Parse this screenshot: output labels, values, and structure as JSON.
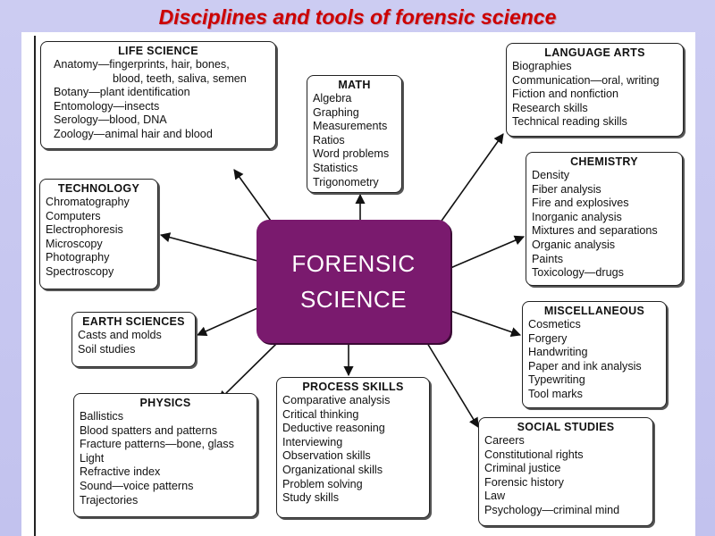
{
  "title": "Disciplines and tools of forensic science",
  "center": {
    "line1": "FORENSIC",
    "line2": "SCIENCE",
    "color": "#7a1a6e"
  },
  "colors": {
    "title": "#cc0000",
    "background": "#c8c8f0"
  },
  "boxes": {
    "life": {
      "heading": "LIFE SCIENCE",
      "items": [
        "Anatomy—fingerprints, hair, bones,",
        "blood, teeth, saliva, semen",
        "Botany—plant identification",
        "Entomology—insects",
        "Serology—blood, DNA",
        "Zoology—animal hair and blood"
      ]
    },
    "math": {
      "heading": "MATH",
      "items": [
        "Algebra",
        "Graphing",
        "Measurements",
        "Ratios",
        "Word problems",
        "Statistics",
        "Trigonometry"
      ]
    },
    "language": {
      "heading": "LANGUAGE ARTS",
      "items": [
        "Biographies",
        "Communication—oral, writing",
        "Fiction and nonfiction",
        "Research skills",
        "Technical reading skills"
      ]
    },
    "technology": {
      "heading": "TECHNOLOGY",
      "items": [
        "Chromatography",
        "Computers",
        "Electrophoresis",
        "Microscopy",
        "Photography",
        "Spectroscopy"
      ]
    },
    "chemistry": {
      "heading": "CHEMISTRY",
      "items": [
        "Density",
        "Fiber analysis",
        "Fire and explosives",
        "Inorganic analysis",
        "Mixtures and separations",
        "Organic analysis",
        "Paints",
        "Toxicology—drugs"
      ]
    },
    "earth": {
      "heading": "EARTH SCIENCES",
      "items": [
        "Casts and molds",
        "Soil studies"
      ]
    },
    "misc": {
      "heading": "MISCELLANEOUS",
      "items": [
        "Cosmetics",
        "Forgery",
        "Handwriting",
        "Paper and ink analysis",
        "Typewriting",
        "Tool marks"
      ]
    },
    "physics": {
      "heading": "PHYSICS",
      "items": [
        "Ballistics",
        "Blood spatters and patterns",
        "Fracture patterns—bone, glass",
        "Light",
        "Refractive index",
        "Sound—voice patterns",
        "Trajectories"
      ]
    },
    "process": {
      "heading": "PROCESS SKILLS",
      "items": [
        "Comparative analysis",
        "Critical thinking",
        "Deductive reasoning",
        "Interviewing",
        "Observation skills",
        "Organizational skills",
        "Problem solving",
        "Study skills"
      ]
    },
    "social": {
      "heading": "SOCIAL STUDIES",
      "items": [
        "Careers",
        "Constitutional rights",
        "Criminal justice",
        "Forensic history",
        "Law",
        "Psychology—criminal mind"
      ]
    }
  }
}
